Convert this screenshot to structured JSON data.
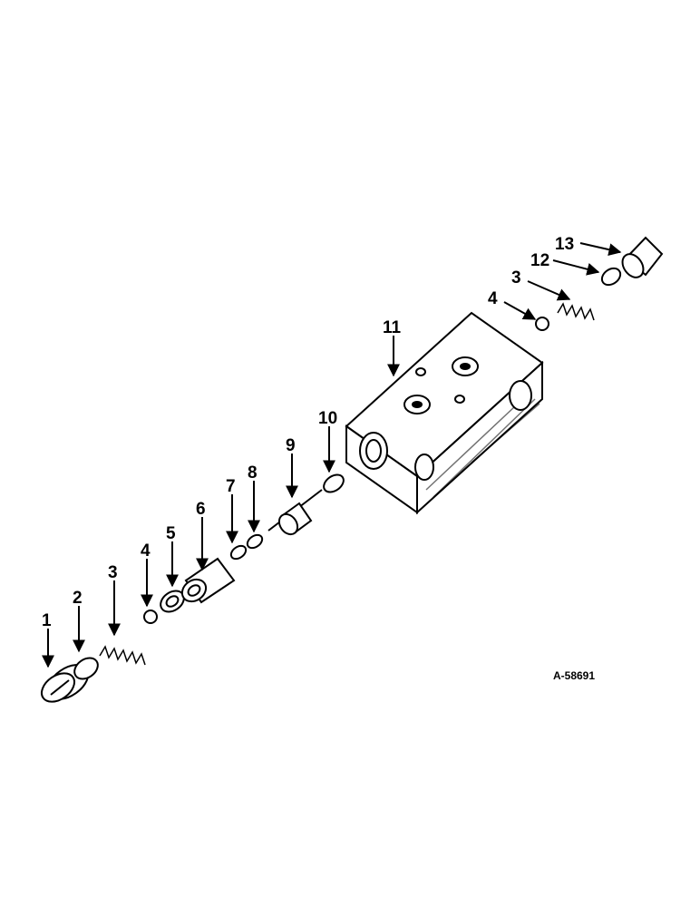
{
  "figure_id": "A-58691",
  "callouts": [
    {
      "id": "c1",
      "label": "1"
    },
    {
      "id": "c2",
      "label": "2"
    },
    {
      "id": "c3a",
      "label": "3"
    },
    {
      "id": "c4a",
      "label": "4"
    },
    {
      "id": "c5",
      "label": "5"
    },
    {
      "id": "c6",
      "label": "6"
    },
    {
      "id": "c7",
      "label": "7"
    },
    {
      "id": "c8",
      "label": "8"
    },
    {
      "id": "c9",
      "label": "9"
    },
    {
      "id": "c10",
      "label": "10"
    },
    {
      "id": "c11",
      "label": "11"
    },
    {
      "id": "c4b",
      "label": "4"
    },
    {
      "id": "c3b",
      "label": "3"
    },
    {
      "id": "c12",
      "label": "12"
    },
    {
      "id": "c13",
      "label": "13"
    }
  ],
  "colors": {
    "ink": "#000000",
    "paper": "#ffffff"
  }
}
